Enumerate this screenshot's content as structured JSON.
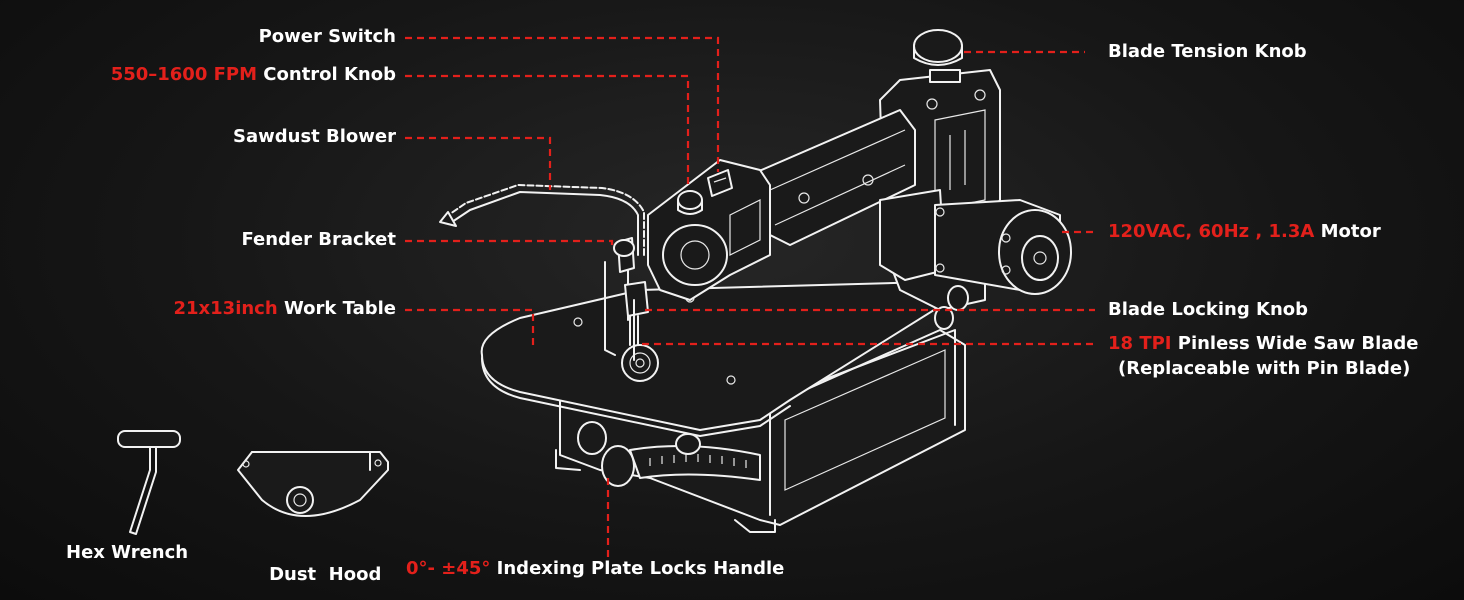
{
  "colors": {
    "accent": "#e3201b",
    "text": "#ffffff",
    "background": "#151515"
  },
  "labels": {
    "power_switch": {
      "text": "Power Switch"
    },
    "control_knob": {
      "highlight": "550–1600 FPM",
      "text": " Control Knob"
    },
    "sawdust_blower": {
      "text": "Sawdust Blower"
    },
    "fender_bracket": {
      "text": "Fender Bracket"
    },
    "work_table": {
      "highlight": "21x13inch",
      "text": " Work Table"
    },
    "blade_tension_knob": {
      "text": "Blade Tension Knob"
    },
    "motor": {
      "highlight": "120VAC, 60Hz , 1.3A",
      "text": " Motor"
    },
    "blade_locking_knob": {
      "text": "Blade Locking Knob"
    },
    "saw_blade": {
      "highlight": "18 TPI",
      "text": " Pinless Wide Saw Blade",
      "note": "(Replaceable with Pin Blade)"
    },
    "indexing_plate": {
      "highlight": "0°- ±45°",
      "text": " Indexing Plate Locks Handle"
    },
    "hex_wrench": {
      "text": "Hex Wrench"
    },
    "dust_hood": {
      "text": "Dust  Hood"
    }
  }
}
